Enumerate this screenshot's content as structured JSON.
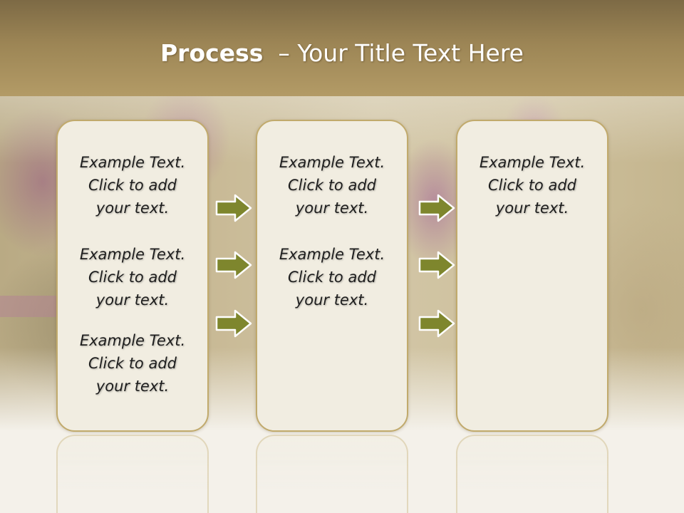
{
  "title": {
    "bold": "Process",
    "rest": "– Your Title Text Here"
  },
  "colors": {
    "header": "#9c8555",
    "box_fill": "#f1ede1",
    "box_border": "#c1aa6c",
    "arrow_fill": "#7e862d",
    "arrow_stroke": "#ffffff"
  },
  "columns": [
    {
      "items": [
        {
          "line1": "Example Text.",
          "line2": "Click  to add",
          "line3": "your text."
        },
        {
          "line1": "Example Text.",
          "line2": "Click  to add",
          "line3": "your text."
        },
        {
          "line1": "Example Text.",
          "line2": "Click  to add",
          "line3": "your text."
        }
      ]
    },
    {
      "items": [
        {
          "line1": "Example Text.",
          "line2": "Click  to add",
          "line3": "your text."
        },
        {
          "line1": "Example Text.",
          "line2": "Click  to add",
          "line3": "your text."
        }
      ]
    },
    {
      "items": [
        {
          "line1": "Example Text.",
          "line2": "Click  to add",
          "line3": "your text."
        }
      ]
    }
  ],
  "arrows": {
    "icon": "right-arrow-icon",
    "per_group": 3
  }
}
